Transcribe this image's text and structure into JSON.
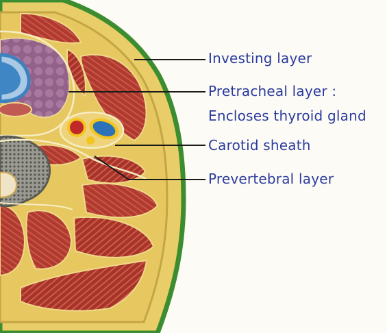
{
  "labels": {
    "investing": "Investing layer",
    "pretracheal_line1": "Pretracheal layer :",
    "pretracheal_line2": "Encloses thyroid gland",
    "carotid": "Carotid sheath",
    "prevertebral": "Prevertebral layer"
  },
  "colors": {
    "label_text": "#2a3b9e",
    "leader_line": "#1a1a1a",
    "skin_outline": "#3c8d2f",
    "fat": "#e9cf6e",
    "fascia": "#d2b44e",
    "muscle": "#b03a2e",
    "muscle_stripe": "#e08a7a",
    "thyroid": "#9d6a94",
    "artery": "#c0282a",
    "vein": "#2c72b8",
    "vagus_nerve": "#f2c51f",
    "bone": "#8a8a82",
    "trachea": "#3d82c0"
  }
}
